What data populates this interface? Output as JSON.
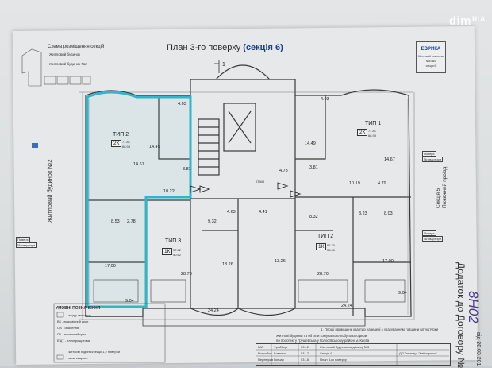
{
  "watermark": {
    "text": "dim",
    "suffix": "RIA"
  },
  "plan": {
    "title_prefix": "План 3-го поверху",
    "title_section": "(секція 6)",
    "scheme_title": "Схема розміщення секцій",
    "scheme_label_1": "Житловий будинок",
    "scheme_label_2": "Житловий будинок №2",
    "building_label_left": "Житловий будинок №2",
    "section_right_1": "Секція 5",
    "section_right_2": "Пожежний проїзд",
    "appendix_label": "Додаток до Договору №",
    "appendix_number": "8Н02",
    "appendix_date": "від 28.03.201"
  },
  "stamp": {
    "brand": "ЕВРИКА",
    "line1": "Житловий комплекс",
    "line2": "№5 №0",
    "line3": "секція 6"
  },
  "apartments": [
    {
      "type": "ТИП 2",
      "kind": "2К",
      "area_a": "71.81",
      "area_b": "68.98"
    },
    {
      "type": "ТИП 1",
      "kind": "2К",
      "area_a": "71.81",
      "area_b": "68.98"
    },
    {
      "type": "ТИП 3",
      "kind": "1К",
      "area_a": "57.82",
      "area_b": "50.62"
    },
    {
      "type": "ТИП 2",
      "kind": "1К",
      "area_a": "62.70",
      "area_b": "58.50"
    }
  ],
  "rooms": {
    "r1": "4.03",
    "r2": "14.49",
    "r3": "10.22",
    "r4": "3.81",
    "r5": "4.03",
    "r6": "14.49",
    "r7": "3.81",
    "r8": "10.19",
    "r9": "14.67",
    "r10": "14.67",
    "r11": "8.53",
    "r12": "2.78",
    "r13": "9.32",
    "r14": "4.63",
    "r15": "4.41",
    "r16": "8.32",
    "r17": "3.23",
    "r18": "8.03",
    "r19": "4.79",
    "r20": "17.00",
    "r21": "13.26",
    "r22": "13.26",
    "r23": "17.00",
    "r24": "28.70",
    "r25": "28.70",
    "r26": "24.24",
    "r27": "24.24",
    "r28": "9.04",
    "r29": "9.04",
    "r30": "4.73"
  },
  "legend": {
    "title": "УМОВНІ ПОЗНАЧЕННЯ",
    "items": [
      "- вхід у квартиру",
      "ВК - водомірний кран",
      "ОВ - опалення",
      "ПК - пожежний кран",
      "ЕЩТ - електрощитова",
      "- житлові будинки/секції 1,2 поверхи",
      "- межі квартир"
    ]
  },
  "labels": {
    "poverkh_1": "Поверх",
    "kvartir_1": "№ квартири",
    "poverkh_2": "Поверх",
    "kvartir_2": "№ квартири",
    "poverkh_3": "Поверх",
    "kvartir_3": "№ квартири",
    "cut_mark": "1",
    "mark_07940": "07940"
  },
  "notes": {
    "n1": "1. Площі приміщень квартир наведені з урахуванням товщини штукатурки",
    "t1": "Житлові будинки та об'єкти комунально-побутової сфери",
    "t2": "по проспекту Грушевська у Голосіївському районі м. Києва",
    "t3": "Житловий будинок на ділянці №3",
    "t4": "Секція 6",
    "t5": "План 3-го поверху",
    "t6": "ДП \"Інститут \"Київпроект\"",
    "t7": "ГАП",
    "t8": "Фрайберг",
    "t9": "Розробив",
    "t10": "Ковальч.",
    "t11": "Перевірив",
    "t12": "Гончар",
    "t13": "03.12",
    "t14": "03.12",
    "t15": "03.18"
  }
}
